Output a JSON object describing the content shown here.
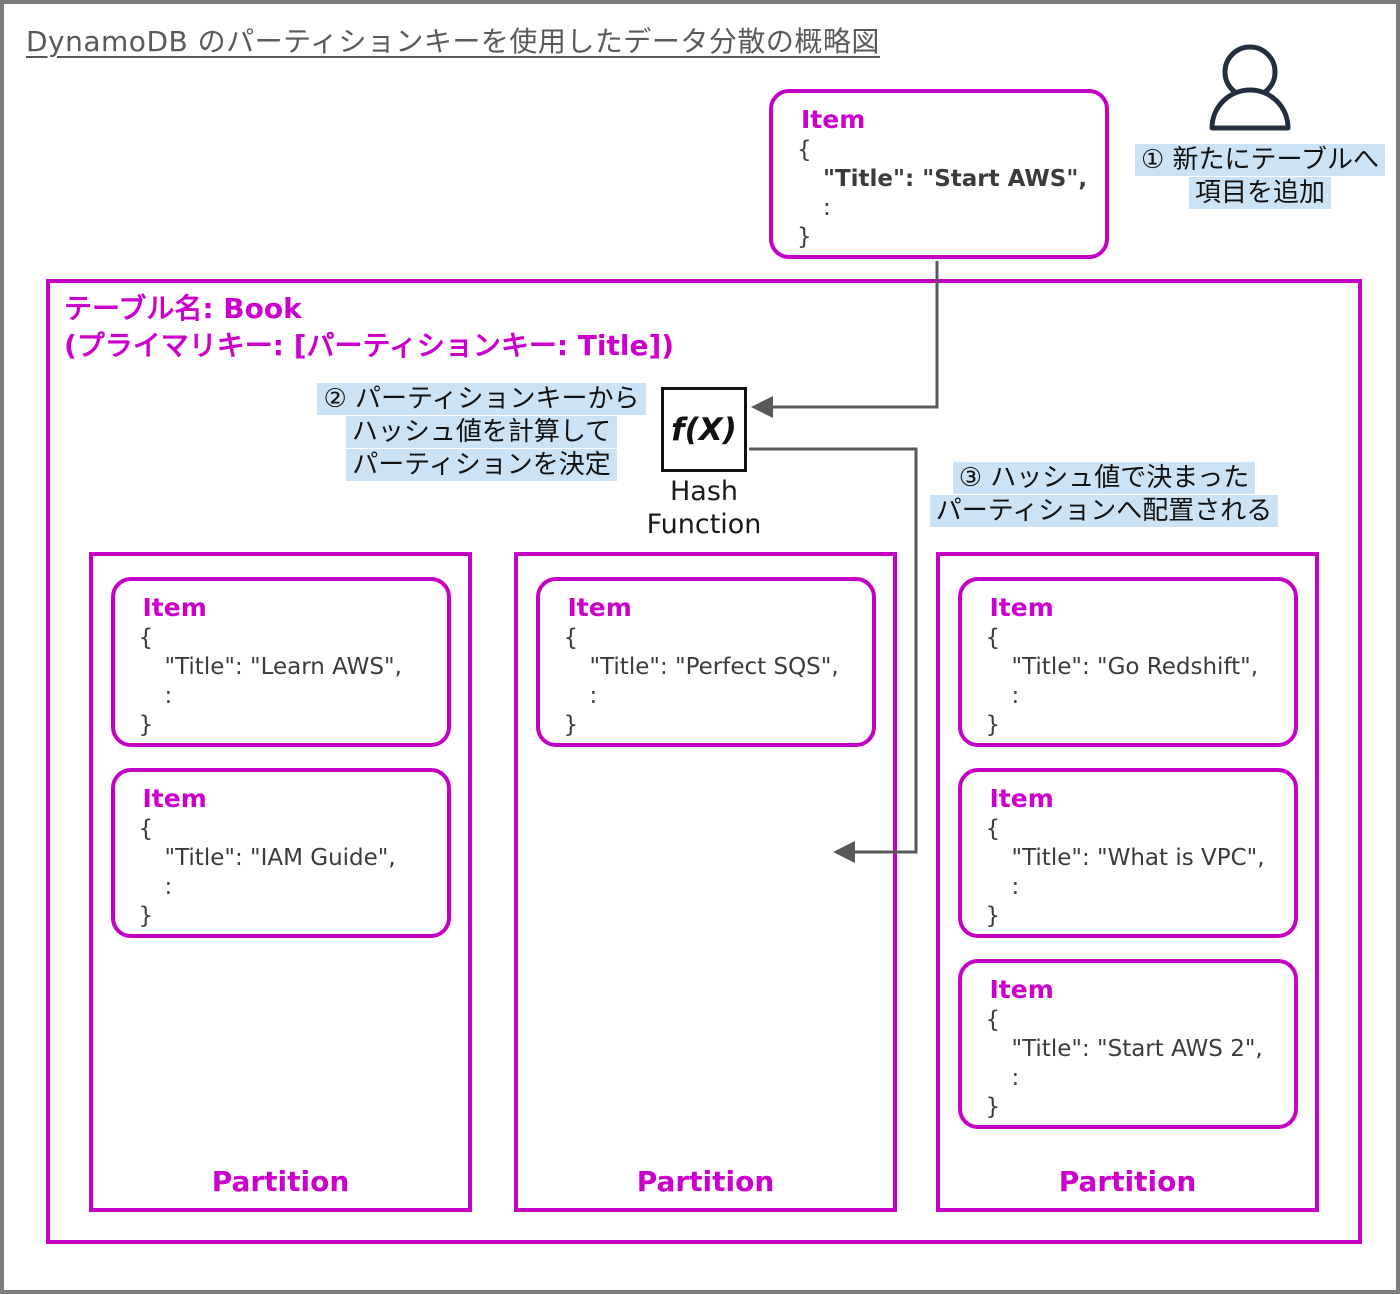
{
  "colors": {
    "magenta_border": "#c400c4",
    "magenta_text": "#cc00cc",
    "highlight_blue": "#cce3f5",
    "arrow_gray": "#595959",
    "title_gray": "#595959",
    "person_navy": "#232f3e",
    "code_text": "#3b3b3b"
  },
  "title": "DynamoDB のパーティションキーを使用したデータ分散の概略図",
  "new_item": {
    "label": "Item",
    "open": "{",
    "title_line": "\"Title\": \"Start AWS\",",
    "colon": ":",
    "close": "}"
  },
  "annotations": {
    "step1": {
      "lines": [
        "① 新たにテーブルへ",
        "項目を追加"
      ]
    },
    "step2": {
      "lines": [
        "② パーティションキーから",
        "ハッシュ値を計算して",
        "パーティションを決定"
      ]
    },
    "step3": {
      "lines": [
        "③ ハッシュ値で決まった",
        "パーティションへ配置される"
      ]
    }
  },
  "table": {
    "name_line1": "テーブル名: Book",
    "name_line2": "(プライマリキー: [パーティションキー: Title])"
  },
  "hash_function": {
    "symbol": "f(X)",
    "label_line1": "Hash",
    "label_line2": "Function"
  },
  "partitions": [
    {
      "label": "Partition",
      "items": [
        {
          "label": "Item",
          "open": "{",
          "title_line": "\"Title\": \"Learn AWS\",",
          "colon": ":",
          "close": "}"
        },
        {
          "label": "Item",
          "open": "{",
          "title_line": "\"Title\": \"IAM Guide\",",
          "colon": ":",
          "close": "}"
        }
      ]
    },
    {
      "label": "Partition",
      "items": [
        {
          "label": "Item",
          "open": "{",
          "title_line": "\"Title\": \"Perfect SQS\",",
          "colon": ":",
          "close": "}"
        }
      ]
    },
    {
      "label": "Partition",
      "items": [
        {
          "label": "Item",
          "open": "{",
          "title_line": "\"Title\": \"Go Redshift\",",
          "colon": ":",
          "close": "}"
        },
        {
          "label": "Item",
          "open": "{",
          "title_line": "\"Title\": \"What is VPC\",",
          "colon": ":",
          "close": "}"
        },
        {
          "label": "Item",
          "open": "{",
          "title_line": "\"Title\": \"Start AWS 2\",",
          "colon": ":",
          "close": "}"
        }
      ]
    }
  ]
}
